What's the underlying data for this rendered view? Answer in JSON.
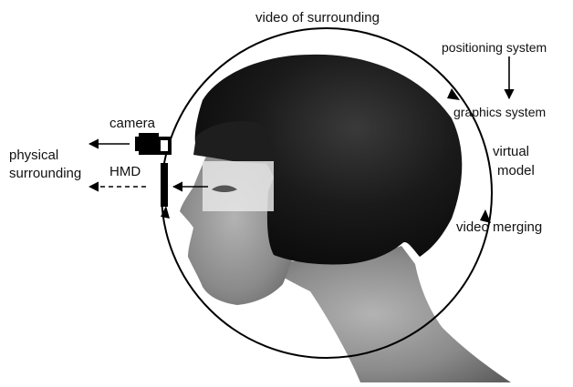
{
  "labels": {
    "video_of_surrounding": "video of surrounding",
    "positioning_system": "positioning system",
    "graphics_system": "graphics system",
    "virtual": "virtual",
    "model": "model",
    "video_merging": "video merging",
    "camera": "camera",
    "physical": "physical",
    "surrounding": "surrounding",
    "hmd": "HMD"
  },
  "colors": {
    "line": "#000000",
    "hair": "#151515",
    "skin": "#8f8f8f",
    "overlay": "#e6e6e6"
  }
}
